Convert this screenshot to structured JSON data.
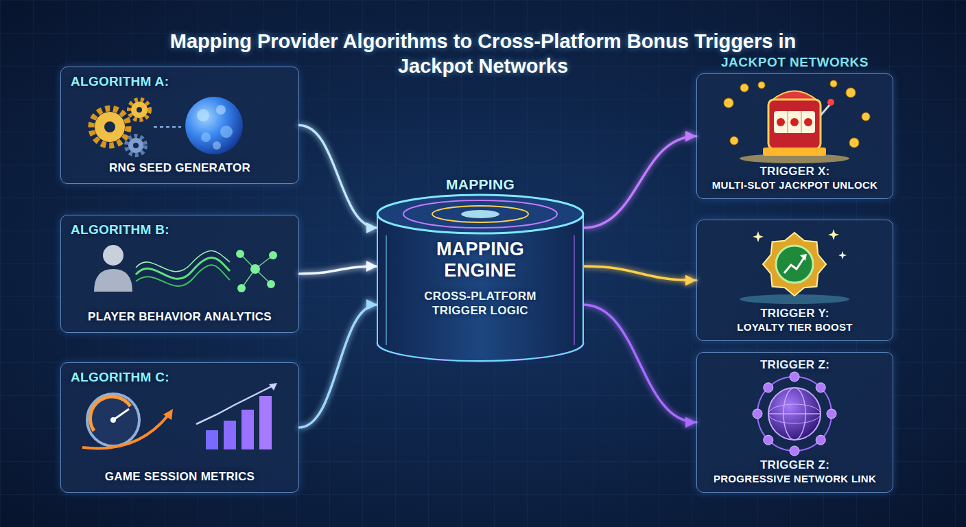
{
  "diagram": {
    "title": "Mapping Provider Algorithms to Cross-Platform Bonus Triggers in Jackpot Networks",
    "nodes": [
      {
        "text": [
          "ALGORITHM A:",
          "RNG SEED GENERATOR"
        ]
      },
      {
        "text": [
          "ALGORITHM B:",
          "PLAYER BEHAVIOR ANALYTICS"
        ]
      },
      {
        "text": [
          "ALGORITHM C:",
          "GAME SESSION METRICS"
        ]
      },
      {
        "text": [
          "MAPPING",
          "MAPPING ENGINE",
          "CROSS-PLATFORM TRIGGER LOGIC"
        ]
      },
      {
        "text": [
          "TRIGGER X:",
          "MULTI-SLOT JACKPOT UNLOCK"
        ]
      },
      {
        "text": [
          "TRIGGER Y:",
          "LOYALTY TIER BOOST"
        ]
      },
      {
        "text": [
          "TRIGGER Z:",
          "TRIGGER Z:",
          "PROGRESSIVE NETWORK LINK"
        ]
      }
    ],
    "edges": [
      {
        "from": 0,
        "to": 3,
        "arrow": "to"
      },
      {
        "from": 1,
        "to": 3,
        "arrow": "to"
      },
      {
        "from": 2,
        "to": 3,
        "arrow": "to"
      },
      {
        "from": 3,
        "to": 4,
        "arrow": "to"
      },
      {
        "from": 3,
        "to": 5,
        "arrow": "to"
      },
      {
        "from": 3,
        "to": 6,
        "arrow": "to"
      }
    ],
    "labels": [
      "JACKPOT NETWORKS"
    ]
  }
}
